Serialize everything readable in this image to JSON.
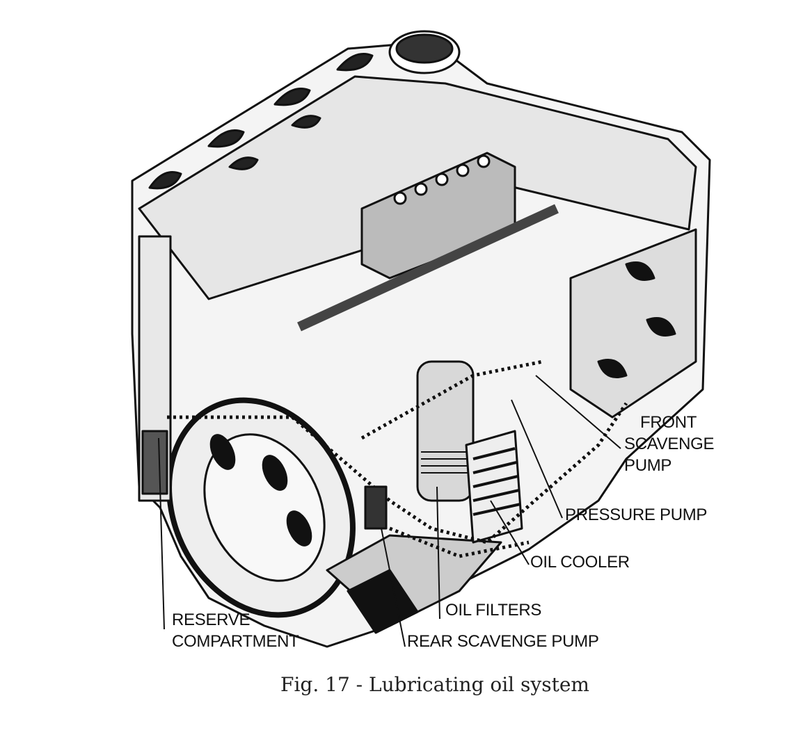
{
  "figure": {
    "caption": "Fig. 17 - Lubricating oil system",
    "labels": {
      "front_scavenge_pump": [
        "FRONT",
        "SCAVENGE",
        "PUMP"
      ],
      "pressure_pump": "PRESSURE PUMP",
      "oil_cooler": "OIL COOLER",
      "oil_filters": "OIL FILTERS",
      "rear_scavenge_pump": "REAR SCAVENGE PUMP",
      "reserve_compartment": [
        "RESERVE",
        "COMPARTMENT"
      ]
    }
  }
}
